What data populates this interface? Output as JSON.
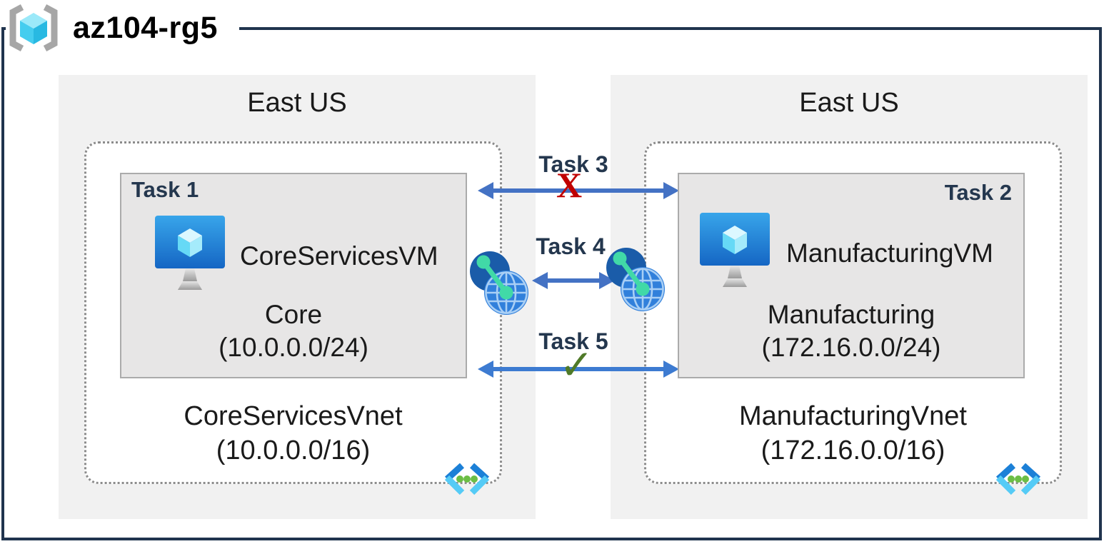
{
  "title": {
    "resource_group": "az104-rg5"
  },
  "regions": [
    {
      "label": "East US"
    },
    {
      "label": "East US"
    }
  ],
  "vnets": [
    {
      "task": "Task 1",
      "vm": "CoreServicesVM",
      "subnet_name": "Core",
      "subnet_cidr": "(10.0.0.0/24)",
      "name": "CoreServicesVnet",
      "cidr": "(10.0.0.0/16)"
    },
    {
      "task": "Task 2",
      "vm": "ManufacturingVM",
      "subnet_name": "Manufacturing",
      "subnet_cidr": "(172.16.0.0/24)",
      "name": "ManufacturingVnet",
      "cidr": "(172.16.0.0/16)"
    }
  ],
  "connections": [
    {
      "label": "Task 3",
      "status": "blocked",
      "mark": "X"
    },
    {
      "label": "Task 4",
      "status": "peering"
    },
    {
      "label": "Task 5",
      "status": "allowed",
      "mark": "✓"
    }
  ],
  "icons": {
    "resource_group": "gray-brackets-with-cyan-cube",
    "virtual_machine": "blue-monitor-with-cyan-cube",
    "virtual_network": "blue-chevrons-with-green-dots",
    "peering": "globe-with-green-link-dots"
  },
  "colors": {
    "frame": "#20344E",
    "region-bg": "#F1F1F1",
    "subnet-bg": "#E7E6E6",
    "subnet-border": "#ABABAB",
    "dotted-border": "#8C8C8C",
    "task-text": "#24374E",
    "text": "#1A1A1A",
    "arrow": "#4472C4",
    "arrow-bright": "#3D7BD1",
    "mark-red": "#C00000",
    "mark-green": "#4F7A28"
  }
}
